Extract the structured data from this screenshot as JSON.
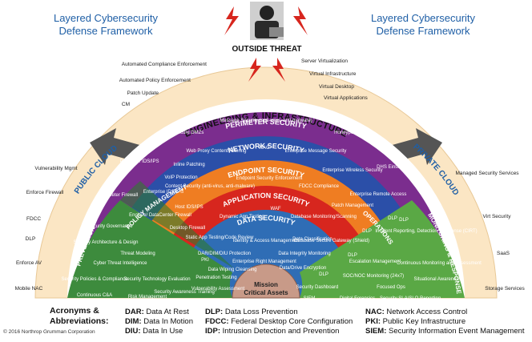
{
  "header": {
    "left_title_line1": "Layered Cybersecurity",
    "left_title_line2": "Defense Framework",
    "right_title_line1": "Layered Cybersecurity",
    "right_title_line2": "Defense Framework",
    "outside_threat": "OUTSIDE THREAT"
  },
  "outer": {
    "arc_title": "ENGINEERING & INFRASTRUCTURE",
    "public_cloud": "PUBLIC CLOUD",
    "private_cloud": "PRIVATE CLOUD",
    "left_items": [
      "Automated Compliance Enforcement",
      "Automated Policy Enforcement",
      "Patch Update",
      "CM",
      "Vulnerability Mgmt",
      "Enforce Firewall",
      "FDCC",
      "DLP",
      "Enforce AV",
      "Mobile NAC"
    ],
    "right_items": [
      "Server Virtualization",
      "Virtual Infrastructure",
      "Virtual Desktop",
      "Virtual Applications",
      "Managed Security Services",
      "Virt Security",
      "SaaS",
      "Storage Services"
    ]
  },
  "perimeter": {
    "title": "PERIMETER SECURITY",
    "items": [
      "Message Security (anti-virus, anti-malware)",
      "Secure DMZs",
      "Honeypot",
      "Perimeter IDS/IPS",
      "Perimeter Firewall",
      "DHS Einstein",
      "DLP"
    ]
  },
  "network": {
    "title": "NETWORK SECURITY",
    "items": [
      "Web Proxy Content Filtering",
      "NAC",
      "Enterprise Message Security",
      "Inline Patching",
      "VoIP Protection",
      "Enterprise IDS/IPS",
      "Enterprise Wireless Security",
      "Enclave/ DataCenter Firewall",
      "Enterprise Remote Access",
      "DLP"
    ]
  },
  "endpoint": {
    "title": "ENDPOINT SECURITY",
    "items": [
      "Endpoint Security Enforcement",
      "FDCC Compliance",
      "Content Security (anti-virus, anti-malware)",
      "Host IDS/IPS",
      "Desktop Firewall",
      "Patch Management",
      "DLP"
    ]
  },
  "application": {
    "title": "APPLICATION SECURITY",
    "items": [
      "WAF",
      "Dynamic App Testing",
      "Database Monitoring/Scanning",
      "Static App Testing/Code Review",
      "Database Secure Gateway (Shield)",
      "DLP"
    ]
  },
  "data": {
    "title": "DATA SECURITY",
    "items": [
      "Identity & Access Management",
      "Data Classification",
      "DAR/DIM/DIU Protection",
      "Data Integrity Monitoring",
      "PKI",
      "Enterprise Right Management",
      "Data/Drive Encryption",
      "Data Wiping Cleansing",
      "DLP"
    ]
  },
  "core": {
    "label_line1": "Mission",
    "label_line2": "Critical Assets"
  },
  "prevention": {
    "title": "PREVENTION",
    "items": [
      "IT Security Governance",
      "Security Architecture & Design",
      "Threat Modeling",
      "Cyber Threat Intelligence",
      "Security Policies & Compliance",
      "Security Technology Evaluation",
      "Continuous C&A",
      "Risk Management",
      "Security Awareness Training"
    ]
  },
  "policy": {
    "title": "POLICY MANAGEMENT",
    "items": [
      "Penetration Testing",
      "Vulnerability Assessment"
    ]
  },
  "operations": {
    "title": "OPERATIONS",
    "items": [
      "Escalation Management",
      "SOC/NOC Monitoring (24x7)",
      "Security Dashboard",
      "Focused Ops",
      "SIEM",
      "Digital Forensics",
      "Security SLA/SLO Reporting"
    ]
  },
  "monitoring": {
    "title": "MONITORING & RESPONSE",
    "items": [
      "Incident Reporting, Detection, Response (CIRT)",
      "Continuous Monitoring and Assessment",
      "Situational Awareness"
    ]
  },
  "legend": {
    "heading_line1": "Acronyms &",
    "heading_line2": "Abbreviations:",
    "col1": [
      {
        "key": "DAR:",
        "value": "Data At Rest"
      },
      {
        "key": "DIM:",
        "value": "Data In Motion"
      },
      {
        "key": "DIU:",
        "value": "Data In Use"
      }
    ],
    "col2": [
      {
        "key": "DLP:",
        "value": "Data Loss Prevention"
      },
      {
        "key": "FDCC:",
        "value": "Federal Desktop Core Configuration"
      },
      {
        "key": "IDP:",
        "value": "Intrusion Detection and Prevention"
      }
    ],
    "col3": [
      {
        "key": "NAC:",
        "value": "Network Access Control"
      },
      {
        "key": "PKI:",
        "value": "Public Key Infrastructure"
      },
      {
        "key": "SIEM:",
        "value": "Security Information Event Management"
      }
    ],
    "copyright": "© 2016 Northrop Grumman Corporation"
  },
  "colors": {
    "outer": "#fbe6c4",
    "perimeter": "#7b2d8e",
    "network": "#2b4fa8",
    "endpoint": "#ef7d22",
    "application": "#d7261e",
    "data": "#2f6db5",
    "prevention": "#3d8b3d",
    "operations": "#5aa845",
    "monitoring": "#2e8a3f",
    "title_blue": "#1f5fa6"
  }
}
